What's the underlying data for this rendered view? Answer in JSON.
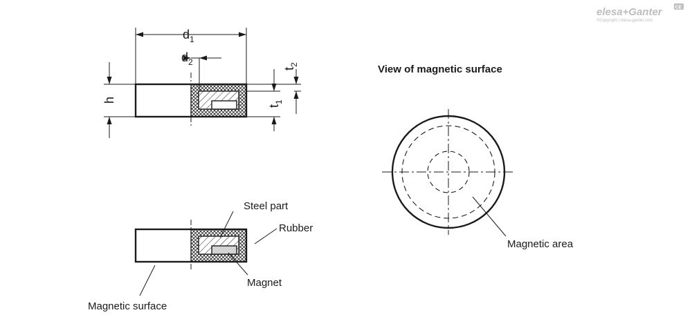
{
  "brand": {
    "name": "elesa+Ganter",
    "copyright": "©Copyright | elesa-ganter.com"
  },
  "top_drawing": {
    "dims": {
      "d1": "d",
      "d1_sub": "1",
      "d2": "d",
      "d2_sub": "2",
      "h": "h",
      "t1": "t",
      "t1_sub": "1",
      "t2": "t",
      "t2_sub": "2"
    }
  },
  "bottom_drawing": {
    "labels": {
      "steel_part": "Steel part",
      "rubber": "Rubber",
      "magnet": "Magnet",
      "magnetic_surface": "Magnetic surface"
    }
  },
  "view": {
    "title": "View of magnetic surface",
    "label": "Magnetic area"
  },
  "colors": {
    "line": "#1a1a1a",
    "magnet_fill": "#d4d4d4",
    "logo": "#bdbdbd"
  }
}
